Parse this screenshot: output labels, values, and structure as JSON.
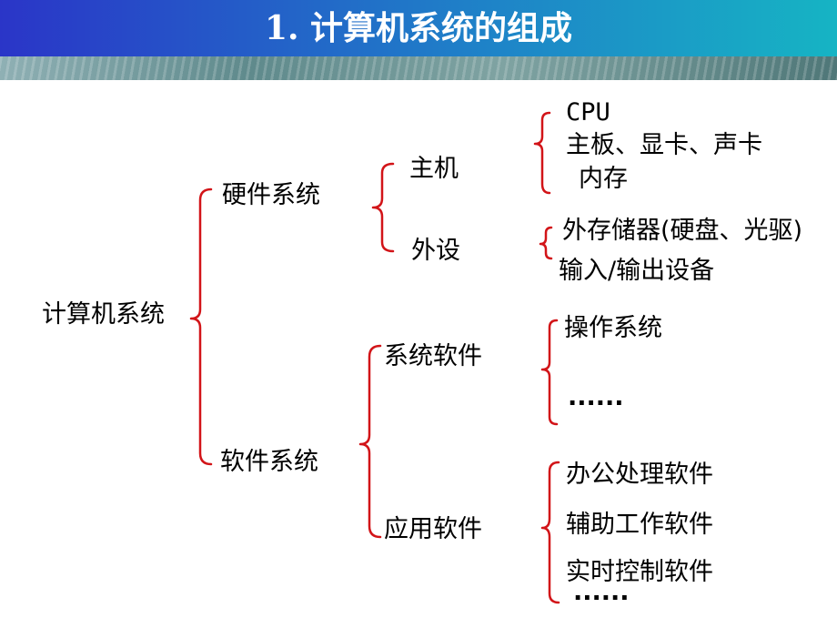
{
  "header": {
    "title": "1. 计算机系统的组成"
  },
  "tree": {
    "root": "计算机系统",
    "hardware": {
      "label": "硬件系统",
      "host": {
        "label": "主机",
        "items": [
          "CPU",
          "主板、显卡、声卡",
          "内存"
        ]
      },
      "peripheral": {
        "label": "外设",
        "items": [
          "外存储器(硬盘、光驱)",
          "输入/输出设备"
        ]
      }
    },
    "software": {
      "label": "软件系统",
      "system": {
        "label": "系统软件",
        "items": [
          "操作系统",
          "······"
        ]
      },
      "application": {
        "label": "应用软件",
        "items": [
          "办公处理软件",
          "辅助工作软件",
          "实时控制软件",
          "······"
        ]
      }
    }
  },
  "colors": {
    "bracket": "#d21418",
    "header_start": "#2a35c8",
    "header_end": "#16b4c4",
    "title_text": "#ffffff"
  }
}
